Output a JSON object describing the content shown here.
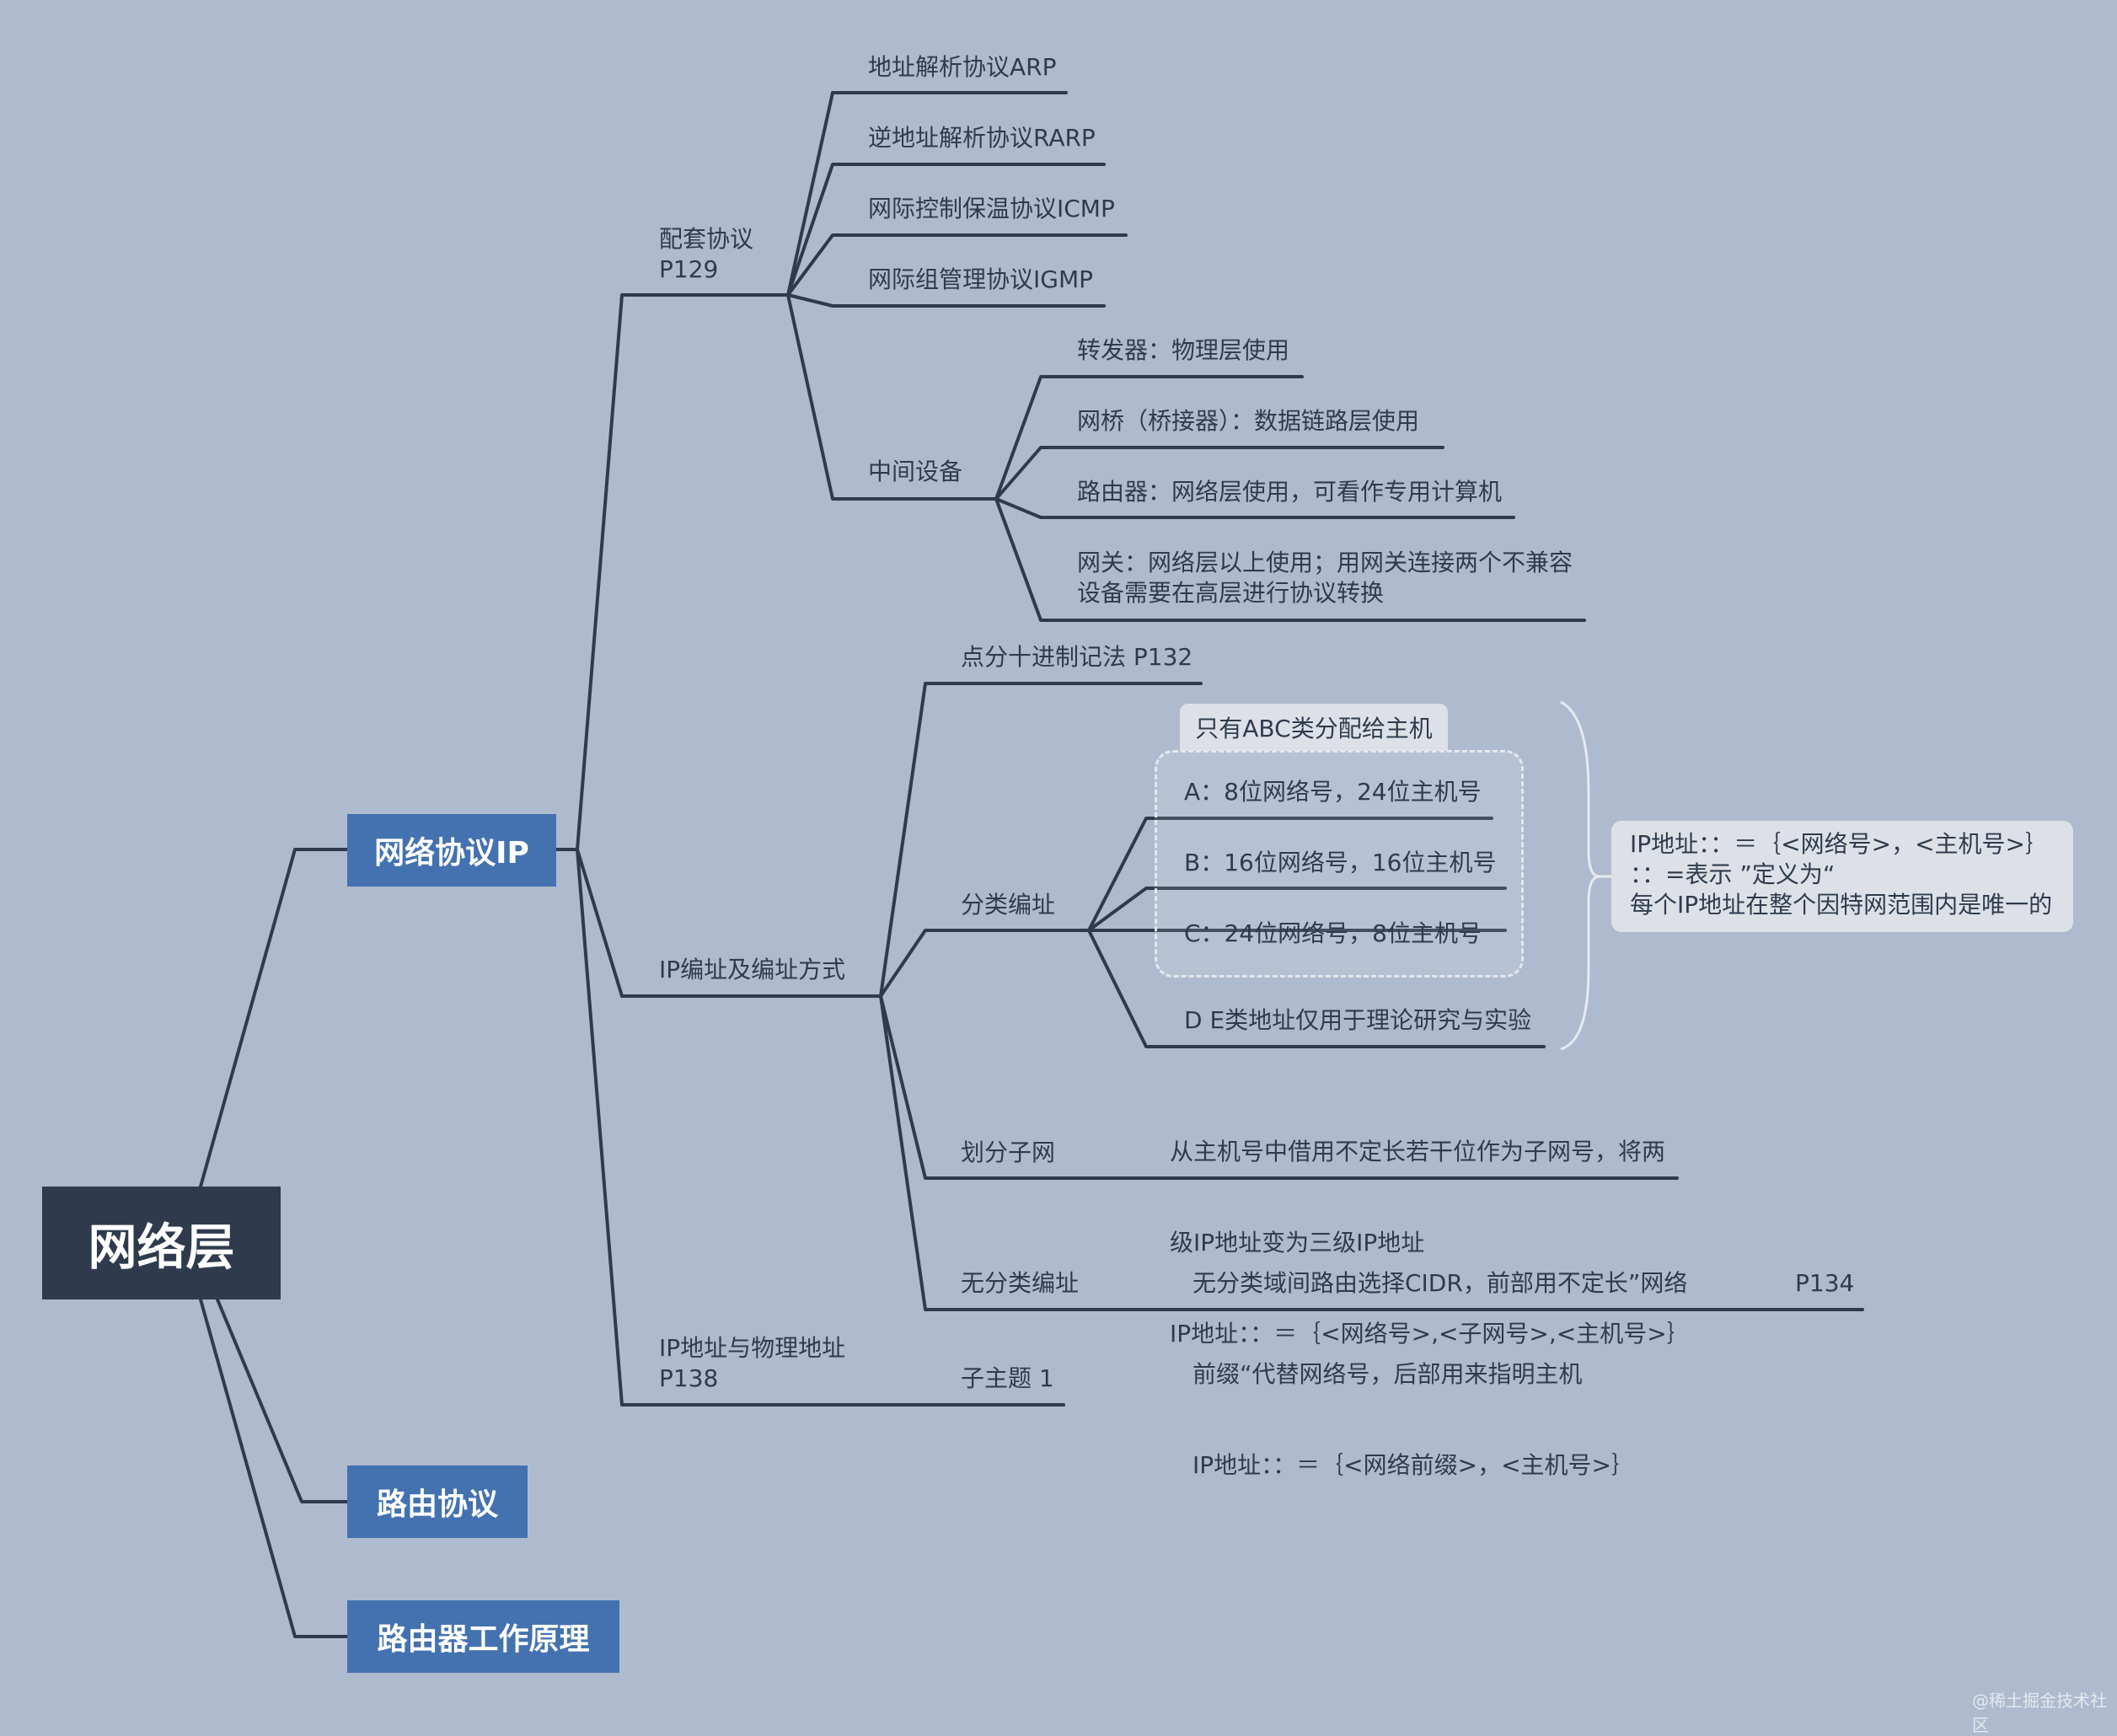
{
  "root": {
    "label": "网络层"
  },
  "main_topics": {
    "ip": "网络协议IP",
    "routing": "路由协议",
    "router": "路由器工作原理"
  },
  "protocols": {
    "title_line1": "配套协议",
    "title_line2": "P129",
    "items": [
      "地址解析协议ARP",
      "逆地址解析协议RARP",
      "网际控制保温协议ICMP",
      "网际组管理协议IGMP"
    ]
  },
  "devices": {
    "title": "中间设备",
    "items": [
      "转发器：物理层使用",
      "网桥（桥接器）：数据链路层使用",
      "路由器：网络层使用，可看作专用计算机"
    ],
    "gateway_line1": "网关：网络层以上使用；用网关连接两个不兼容",
    "gateway_line2": "设备需要在高层进行协议转换"
  },
  "addressing": {
    "title": "IP编址及编址方式",
    "dotted_decimal": "点分十进制记法 P132",
    "classful": {
      "title": "分类编址",
      "group_label": "只有ABC类分配给主机",
      "items": [
        "A：8位网络号，24位主机号",
        "B：16位网络号，16位主机号",
        "C：24位网络号，8位主机号"
      ],
      "de_class": "D E类地址仅用于理论研究与实验",
      "callout_lines": [
        "IP地址：：＝｛<网络号>，<主机号>｝",
        "：：=表示 ”定义为“",
        "每个IP地址在整个因特网范围内是唯一的"
      ]
    },
    "subnet": {
      "title": "划分子网",
      "lines": [
        "从主机号中借用不定长若干位作为子网号，将两",
        "级IP地址变为三级IP地址",
        "IP地址：：＝｛<网络号>,<子网号>,<主机号>｝"
      ]
    },
    "cidr": {
      "title": "无分类编址",
      "lines": [
        "无分类域间路由选择CIDR，前部用不定长”网络",
        "前缀“代替网络号，后部用来指明主机",
        "IP地址：：＝｛<网络前缀>，<主机号>｝"
      ],
      "page": "P134"
    }
  },
  "physical": {
    "title_line1": "IP地址与物理地址",
    "title_line2": "P138",
    "child": "子主题 1"
  },
  "watermark": "@稀土掘金技术社区"
}
